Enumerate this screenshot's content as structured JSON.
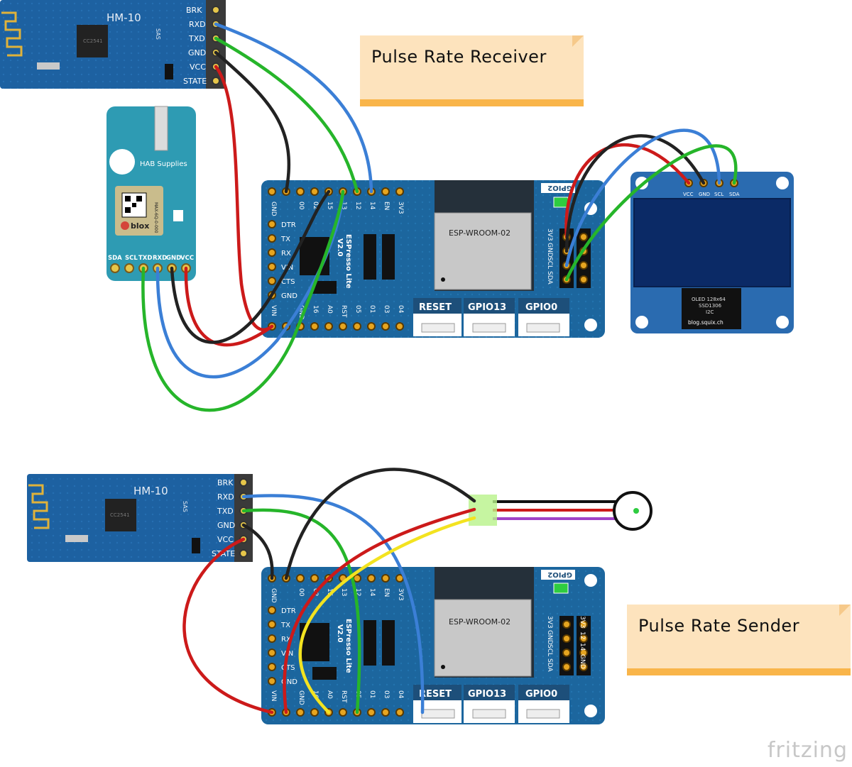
{
  "receiver_note": {
    "text": "Pulse Rate Receiver"
  },
  "sender_note": {
    "text": "Pulse Rate Sender"
  },
  "hm10": {
    "title": "HM-10",
    "pins": [
      "BRK",
      "RXD",
      "TXD",
      "GND",
      "VCC",
      "STATE"
    ],
    "chip_text": "CC2541",
    "side_mark": "SAS"
  },
  "gps": {
    "brand": "HAB Supplies",
    "chip_brand": "blox",
    "chip_model": "MAX-6Q-0-000",
    "pins": [
      "SDA",
      "SCL",
      "TXD",
      "RXD",
      "GND",
      "VCC"
    ]
  },
  "esp": {
    "top_pins": [
      "GND",
      "00",
      "02",
      "15",
      "13",
      "12",
      "14",
      "EN",
      "3V3"
    ],
    "left_pins": [
      "DTR",
      "TX",
      "RX",
      "VIN",
      "CTS",
      "GND"
    ],
    "bottom_pins": [
      "VIN",
      "GND",
      "16",
      "A0",
      "RST",
      "05",
      "01",
      "03",
      "04"
    ],
    "brand": "ESPresso Lite",
    "version": "V2.0",
    "module_label": "ESP-WROOM-02",
    "buttons": [
      "RESET",
      "GPIO13",
      "GPIO0"
    ],
    "gpio2_label": "GPIO2",
    "i2c_pins": [
      "3V3",
      "GND",
      "SCL",
      "SDA"
    ],
    "header_pins": [
      "3V3",
      "12",
      "14",
      "GND"
    ]
  },
  "oled": {
    "pins": [
      "VCC",
      "GND",
      "SCL",
      "SDA"
    ],
    "chip_lines": [
      "OLED 128x64",
      "SSD1306",
      "I2C"
    ],
    "site": "blog.squix.ch"
  },
  "footer": {
    "brand": "fritzing"
  },
  "colors": {
    "board_blue": "#1e6ba0",
    "wire_red": "#cc1a1a",
    "wire_black": "#222222",
    "wire_green": "#26b52a",
    "wire_blue": "#3b7fd6",
    "wire_yellow": "#f3e320",
    "wire_purple": "#a043c8",
    "note_fill": "#fde3bd",
    "note_border": "#f9b54a"
  }
}
